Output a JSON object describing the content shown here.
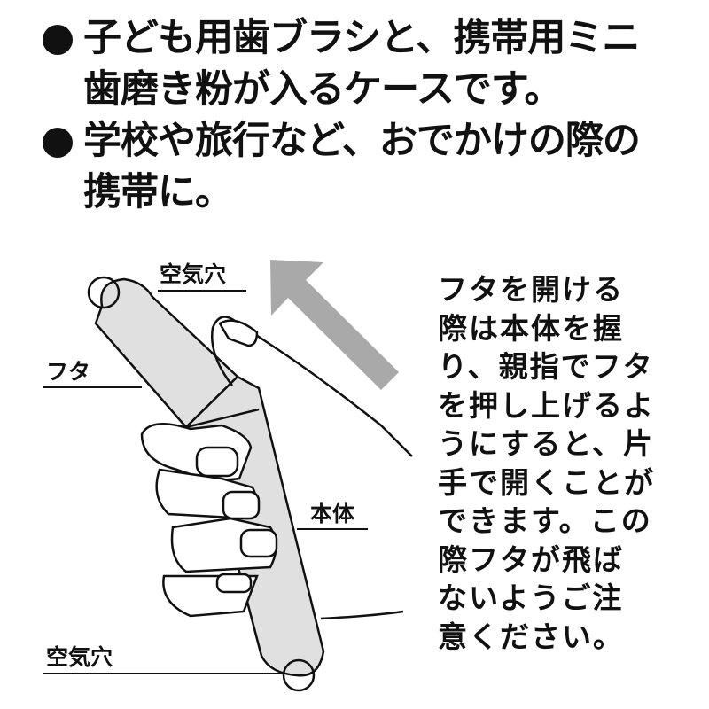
{
  "bullets": [
    {
      "lines": [
        "子ども用歯ブラシと、携帯用ミニ",
        "歯磨き粉が入るケースです。"
      ]
    },
    {
      "lines": [
        "学校や旅行など、おでかけの際の",
        "携帯に。"
      ]
    }
  ],
  "diagram": {
    "labels": {
      "air_hole_top": "空気穴",
      "lid": "フタ",
      "body": "本体",
      "air_hole_bottom": "空気穴"
    },
    "arrow_color": "#a9a9a9",
    "case_color": "#e0e0e0"
  },
  "instructions": {
    "lines": [
      "フタを開ける",
      "際は本体を握",
      "り、親指でフタ",
      "を押し上げるよ",
      "うにすると、片",
      "手で開くことが",
      "できます。この",
      "際フタが飛ば",
      "ないようご注",
      "意ください。"
    ]
  }
}
